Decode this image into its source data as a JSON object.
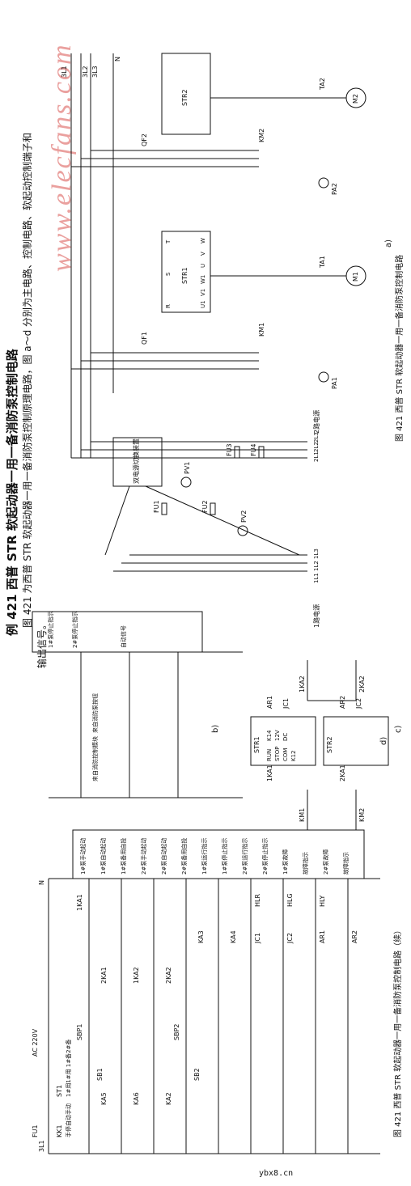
{
  "title": "例 421  西普 STR 软起动器一用一备消防泵控制电路",
  "intro_line1": "图 421 为西普 STR 软起动器一用一备消防泵控制原理电路，图 a～d 分别为主电路、控制电路、软起动控制端子和",
  "intro_line2": "输出信号。",
  "watermark": "www.elecfans.com",
  "footer_site": "ybx8.cn",
  "fig_a": {
    "caption": "图 421  西普 STR 软起动器一用一备消防泵控制电路",
    "sub": "a)",
    "bus": [
      "3L1",
      "3L2",
      "3L3",
      "N"
    ],
    "source1": "1路电源",
    "source1_lines": [
      "1L1",
      "1L2",
      "1L3"
    ],
    "source2": "2路电源",
    "source2_lines": [
      "2L1",
      "2L2",
      "2L3"
    ],
    "ats": "双电源切换装置",
    "meters": [
      "PV1",
      "PV2"
    ],
    "fuses": [
      "FU1",
      "FU2",
      "FU3",
      "FU4"
    ],
    "breakers": [
      "QF1",
      "QF2"
    ],
    "contactors": [
      "KM1",
      "KM2"
    ],
    "starters": [
      "STR1",
      "STR2"
    ],
    "terminals": [
      "R",
      "S",
      "T",
      "U1",
      "V1",
      "W1",
      "U",
      "V",
      "W"
    ],
    "cts": [
      "TA1",
      "TA2"
    ],
    "ammeters": [
      "PA1",
      "PA2"
    ],
    "motors": [
      "M1",
      "M2"
    ]
  },
  "fig_b": {
    "caption": "图 421  西普 STR 软起动器一用一备消防泵控制电路（续）",
    "sub": "b)",
    "supply": "AC 220V",
    "phase": "3L1",
    "neutral": "N",
    "fuse": "FU1",
    "selector_sa": "ST1",
    "selector": "KK1",
    "selector_text": "手停自动手动",
    "selector_note": "1#用1#用 1#备2#备",
    "buttons": [
      "SBP1",
      "SBP2",
      "SB1",
      "SB2"
    ],
    "relays": [
      "1KA1",
      "2KA1",
      "1KA2",
      "2KA2",
      "KA3",
      "KA4",
      "KA5",
      "KA6",
      "KA2"
    ],
    "signals": [
      "JC1",
      "JC2",
      "AR1",
      "AR2"
    ],
    "lamps": [
      "HLR",
      "HLG",
      "HLY"
    ],
    "left_desc": [
      "1#泵手动起动",
      "1#泵自动起动",
      "1#泵备用自投",
      "2#泵手动起动",
      "2#泵自动起动",
      "2#泵备用自投",
      "1#泵运行指示",
      "1#泵停止指示",
      "2#泵运行指示",
      "2#泵停止指示",
      "1#泵故障",
      "故障指示",
      "2#泵故障",
      "故障指示"
    ],
    "right_desc": [
      "1#泵停止指示",
      "2#泵停止指示",
      "自动信号"
    ],
    "notes": [
      "来自消防控制模块",
      "来自消防泵按钮"
    ]
  },
  "fig_c": {
    "sub": "c)",
    "blocks": [
      "STR1",
      "STR2"
    ],
    "terminals": [
      "RUN",
      "STOP",
      "COM",
      "K12",
      "K14",
      "12V",
      "DC"
    ],
    "relays": [
      "AR1",
      "JC1",
      "AR2",
      "JC2",
      "1KA1",
      "2KA1"
    ]
  },
  "fig_d": {
    "sub": "d)",
    "contacts": [
      "KM1",
      "KM2",
      "1KA2",
      "2KA2"
    ]
  }
}
